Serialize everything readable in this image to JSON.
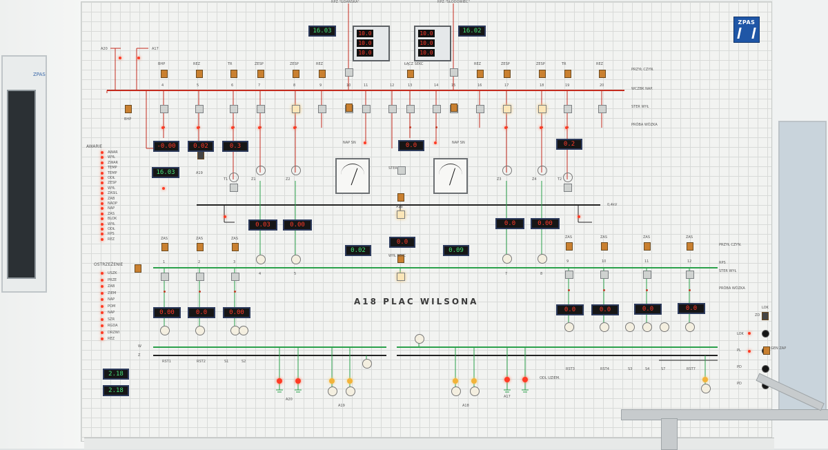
{
  "board_title": "A18 PLAC WILSONA",
  "logo_text": "ZPAS",
  "top_labels": {
    "left_feed": "RPZ \"GDAŃSKA\"",
    "right_feed": "RPZ \"SŁODOWIEC\""
  },
  "incoming_labels": {
    "a20": "A20",
    "a17": "A17"
  },
  "clock_displays": {
    "top_left": "16.03",
    "top_right": "16.02",
    "mid_left": "16.03",
    "bottom_a": "2.18",
    "bottom_b": "2.18"
  },
  "power_meters": {
    "left": [
      "10.0",
      "10.0",
      "10.0"
    ],
    "right": [
      "10.0",
      "10.0",
      "10.0"
    ]
  },
  "red_displays": {
    "upper_1": "-0.00",
    "upper_2": "0.02",
    "upper_3": "0.3",
    "upper_4": "0.0",
    "upper_right": "0.2",
    "mid_1": "0.03",
    "mid_2": "0.00",
    "mid_3": "0.0",
    "mid_4": "0.00",
    "center_red": "0.0",
    "lower_1": "0.00",
    "lower_2": "0.0",
    "lower_3": "0.00",
    "lower_4": "0.0",
    "lower_5": "0.0",
    "lower_6": "0.0",
    "lower_7": "0.0"
  },
  "green_displays": {
    "center_left": "0.02",
    "center_right": "0.09"
  },
  "upper_feeders": [
    {
      "top": "BHP",
      "num": "4"
    },
    {
      "top": "REZ",
      "num": "5"
    },
    {
      "top": "TR",
      "num": "6"
    },
    {
      "top": "ZESP",
      "num": "7"
    },
    {
      "top": "ZESP",
      "num": "8"
    },
    {
      "top": "REZ",
      "num": "9"
    },
    {
      "top": "",
      "num": "10"
    },
    {
      "top": "",
      "num": "11"
    },
    {
      "top": "",
      "num": "12"
    },
    {
      "top": "ŁĄCZ SEKC",
      "num": "13"
    },
    {
      "top": "",
      "num": "14"
    },
    {
      "top": "",
      "num": "15"
    },
    {
      "top": "REZ",
      "num": "16"
    },
    {
      "top": "ZESP",
      "num": "17"
    },
    {
      "top": "ZESP",
      "num": "18"
    },
    {
      "top": "TR",
      "num": "19"
    },
    {
      "top": "REZ",
      "num": "20"
    }
  ],
  "right_side_labels": {
    "przyl": "PRZYŁ CZYN.",
    "wczbk": "WCZBK NAP.",
    "ster": "STER WYŁ",
    "proba": "PRÓBA WÓZKA",
    "rps": "RPS",
    "ster2": "STER WYŁ",
    "proba2": "PRÓBA WÓZKA",
    "przyl2": "PRZYŁ CZYN."
  },
  "left_alarm_title": "AWARIE",
  "left_alarms": [
    "AWAR",
    "WYŁ",
    "ZWAR",
    "TEMP",
    "TEMP",
    "ODŁ",
    "ZESP",
    "WYŁ",
    "ZASIL",
    "ZAB",
    "NADP",
    "NAP",
    "ZAS",
    "BLOK",
    "WYŁ",
    "ODŁ",
    "RPS",
    "REZ"
  ],
  "warn_title": "OSTRZEŻENIE",
  "warn_items": [
    "USZK",
    "PRZE",
    "ZAB",
    "ZIEM",
    "NAP",
    "POM",
    "NAP",
    "SZR",
    "RGDA",
    "DRZWI",
    "REZ"
  ],
  "transformers": {
    "t1": "T1",
    "z1": "Z1",
    "z2": "Z2",
    "z3": "Z3",
    "z4": "Z4",
    "t2": "T2"
  },
  "lv_labels": {
    "zas_left": [
      "ZAS",
      "ZAS",
      "ZAS"
    ],
    "zas_right": [
      "ZAS",
      "ZAS",
      "ZAS",
      "ZAS"
    ],
    "nums_left": [
      "1",
      "2",
      "3"
    ],
    "nums_mid": [
      "4",
      "5"
    ],
    "nums_right": [
      "7",
      "8"
    ],
    "nums_right2": [
      "9",
      "10",
      "11",
      "12"
    ]
  },
  "bottom_labels": {
    "rst1": "RST1",
    "rst2": "RST2",
    "s1": "S1",
    "s2": "S2",
    "rst3": "RST3",
    "rst4": "RST4",
    "s3": "S3",
    "s4": "S4",
    "s7": "S7",
    "rst7": "RST7",
    "a20": "A20",
    "a19": "A19",
    "a18": "A18",
    "a17": "A17",
    "odl": "ODL UZIEM."
  },
  "small_labels": {
    "ster_szr": "STER SZR",
    "nap_sn_l": "NAP SN",
    "nap_sn_r": "NAP SN",
    "wyl_sekc": "WYŁ SEKC",
    "a18": "A18",
    "bhp_sub": "BHP",
    "a19": "A19",
    "kv": "0,4kV",
    "w": "W",
    "z": "Z",
    "lok": "LOK",
    "zd": "ZD",
    "pl": "PL",
    "pd": "PD",
    "gen": "GEN ZAP"
  }
}
